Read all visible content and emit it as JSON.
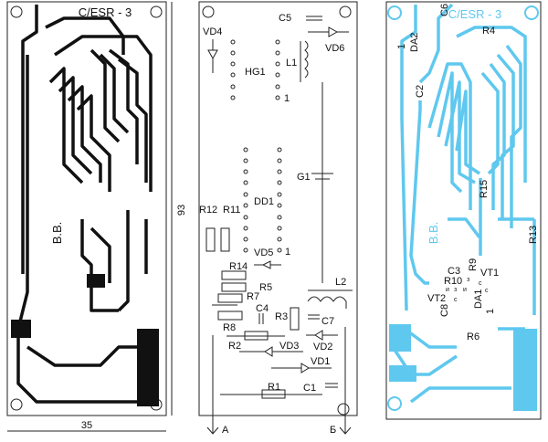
{
  "left_board": {
    "title": "C/ESR - 3",
    "initials": "B.B.",
    "height_dim": "93",
    "width_dim": "35"
  },
  "middle_board": {
    "components": [
      "VD4",
      "C5",
      "VD6",
      "HG1",
      "L1",
      "1",
      "G1",
      "DD1",
      "R12",
      "R11",
      "VD5",
      "1",
      "R14",
      "R5",
      "R7",
      "C4",
      "R3",
      "C7",
      "L2",
      "R8",
      "R2",
      "VD3",
      "VD2",
      "VD1",
      "R1",
      "C1"
    ],
    "terminal_a": "A",
    "terminal_b": "Б"
  },
  "right_board": {
    "title": "C/ESR - 3",
    "initials": "B.B.",
    "components": [
      "C6",
      "R4",
      "1",
      "DA2",
      "C2",
      "R15",
      "R13",
      "R9",
      "C3",
      "VT1",
      "R10",
      "VT2",
      "C8",
      "DA1",
      "1",
      "R6"
    ],
    "pin_marks": [
      "з",
      "с",
      "и",
      "з",
      "и",
      "с",
      "с"
    ],
    "trace_color": "#5fc8ee"
  }
}
